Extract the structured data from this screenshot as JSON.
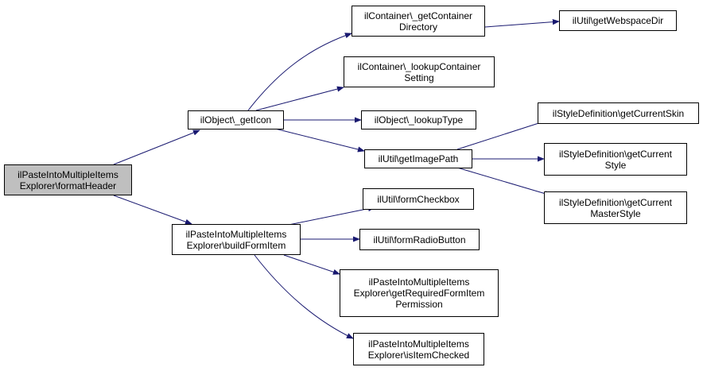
{
  "colors": {
    "edge": "#191970",
    "node_border": "#000000",
    "root_fill": "#bfbfbf",
    "node_fill": "#ffffff"
  },
  "nodes": {
    "root": "ilPasteIntoMultipleItems\nExplorer\\formatHeader",
    "get_icon": "ilObject\\_getIcon",
    "build_form_item": "ilPasteIntoMultipleItems\nExplorer\\buildFormItem",
    "get_container_directory": "ilContainer\\_getContainer\nDirectory",
    "lookup_container_setting": "ilContainer\\_lookupContainer\nSetting",
    "lookup_type": "ilObject\\_lookupType",
    "get_image_path": "ilUtil\\getImagePath",
    "get_webspace_dir": "ilUtil\\getWebspaceDir",
    "get_current_skin": "ilStyleDefinition\\getCurrentSkin",
    "get_current_style": "ilStyleDefinition\\getCurrent\nStyle",
    "get_current_master_style": "ilStyleDefinition\\getCurrent\nMasterStyle",
    "form_checkbox": "ilUtil\\formCheckbox",
    "form_radio_button": "ilUtil\\formRadioButton",
    "get_required_form_item_permission": "ilPasteIntoMultipleItems\nExplorer\\getRequiredFormItem\nPermission",
    "is_item_checked": "ilPasteIntoMultipleItems\nExplorer\\isItemChecked"
  }
}
